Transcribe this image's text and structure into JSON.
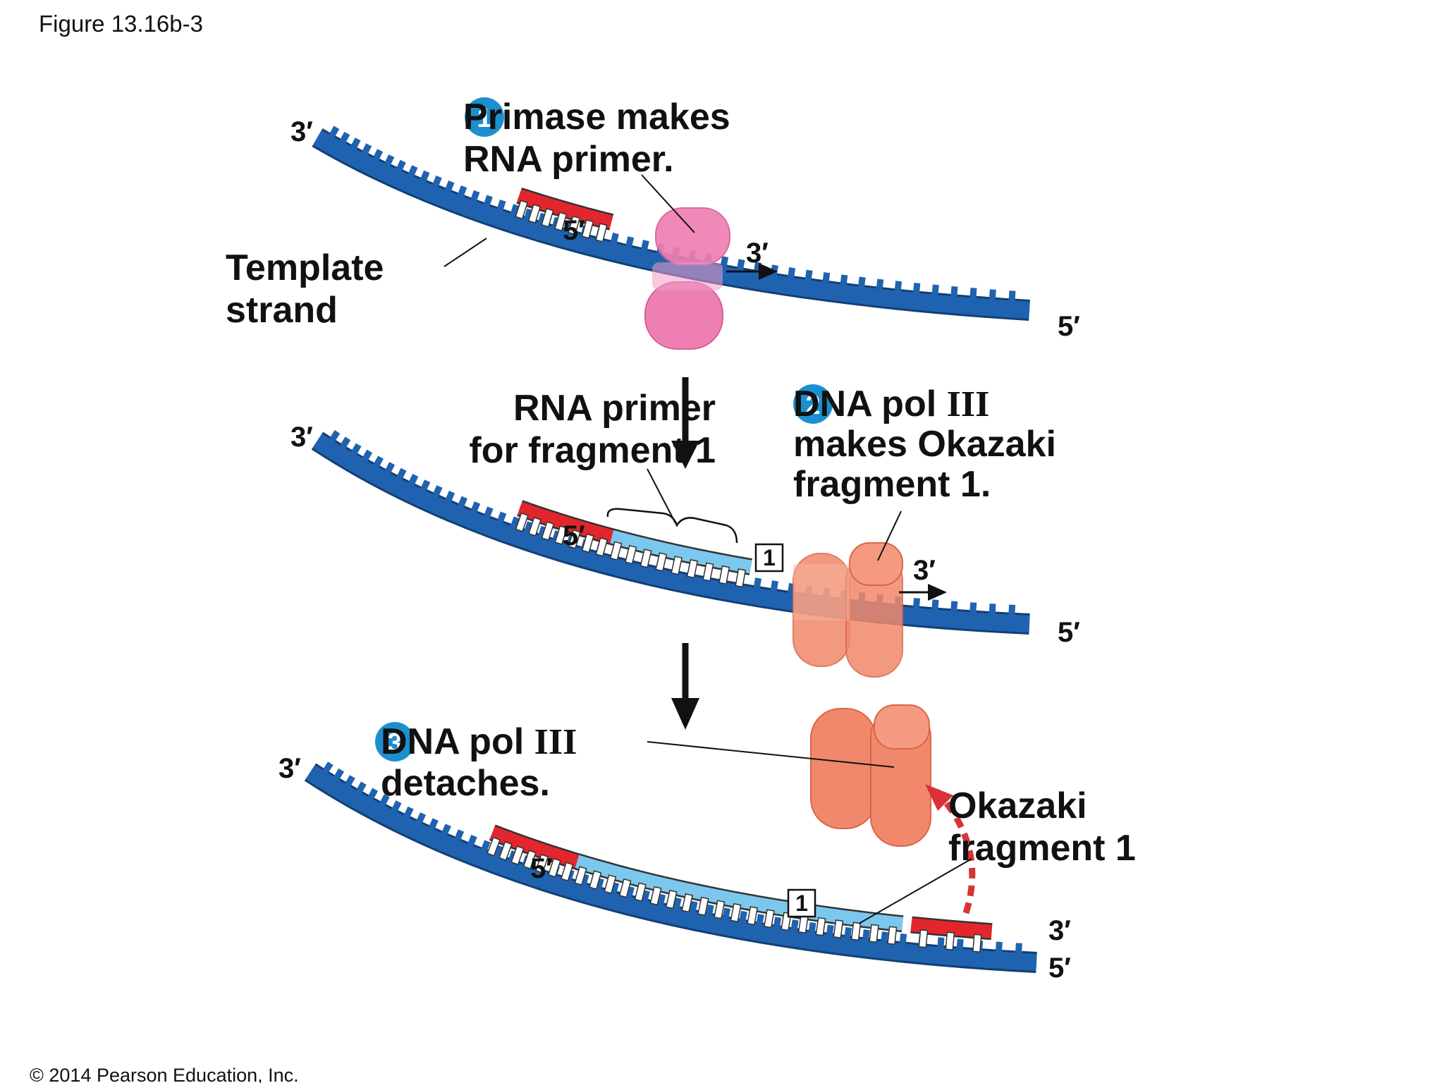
{
  "figure_label": "Figure 13.16b-3",
  "copyright": "© 2014 Pearson Education, Inc.",
  "colors": {
    "template_strand": "#1f63b0",
    "rna_primer": "#e3262d",
    "okazaki_fragment": "#7cc7ee",
    "primase": "#ee7fb2",
    "dna_pol_iii": "#f2886b",
    "step_badge": "#1b8fcf",
    "exit_arrow": "#d73338"
  },
  "step1": {
    "number": "1",
    "label_line1": "Primase makes",
    "label_line2": "RNA primer.",
    "template_label_line1": "Template",
    "template_label_line2": "strand",
    "end_top_left": "3′",
    "end_primer_5": "5′",
    "end_primer_3": "3′",
    "end_right": "5′"
  },
  "step2": {
    "number": "2",
    "label_line1_prefix": "DNA pol ",
    "label_line1_roman": "III",
    "label_line2": "makes Okazaki",
    "label_line3": "fragment 1.",
    "primer_label_line1": "RNA primer",
    "primer_label_line2": "for fragment 1",
    "fragment_box": "1",
    "end_top_left": "3′",
    "end_primer_5": "5′",
    "end_growing_3": "3′",
    "end_right": "5′"
  },
  "step3": {
    "number": "3",
    "label_line1_prefix": "DNA pol ",
    "label_line1_roman": "III",
    "label_line2": "detaches.",
    "okazaki_label_line1": "Okazaki",
    "okazaki_label_line2": "fragment 1",
    "fragment_box": "1",
    "end_top_left": "3′",
    "end_primer_5": "5′",
    "end_right_3": "3′",
    "end_right_5": "5′"
  }
}
